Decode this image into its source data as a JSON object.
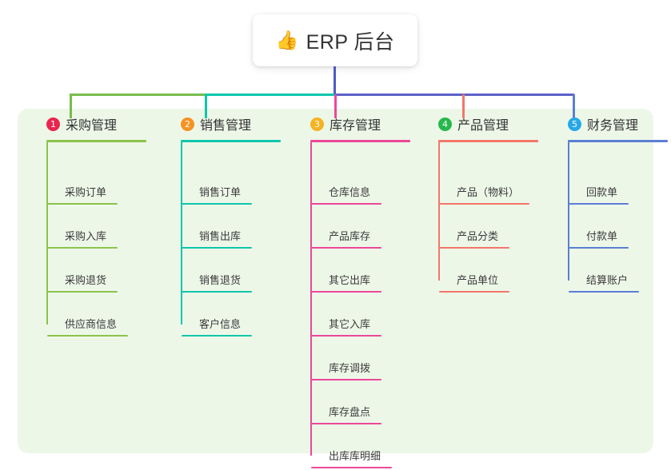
{
  "diagram": {
    "type": "mind-map",
    "root": {
      "emoji": "👍",
      "emoji_name": "thumbs-up-emoji",
      "title": "ERP 后台"
    },
    "panel_color": "#edf7e8",
    "root_stem_color": "#4e5bc0",
    "columns": [
      {
        "index": "1",
        "badge_glyph": "1",
        "badge_color": "#e8264f",
        "title": "采购管理",
        "accent": "#8bc34a",
        "branch_color": "#76bc4b",
        "items": [
          {
            "label": "采购订单"
          },
          {
            "label": "采购入库"
          },
          {
            "label": "采购退货"
          },
          {
            "label": "供应商信息"
          }
        ]
      },
      {
        "index": "2",
        "badge_glyph": "2",
        "badge_color": "#f59324",
        "title": "销售管理",
        "accent": "#0ec6ac",
        "branch_color": "#0ec6ac",
        "items": [
          {
            "label": "销售订单"
          },
          {
            "label": "销售出库"
          },
          {
            "label": "销售退货"
          },
          {
            "label": "客户信息"
          }
        ]
      },
      {
        "index": "3",
        "badge_glyph": "3",
        "badge_color": "#f5b324",
        "title": "库存管理",
        "accent": "#ec4899",
        "branch_color": "#ec4899",
        "items": [
          {
            "label": "仓库信息"
          },
          {
            "label": "产品库存"
          },
          {
            "label": "其它出库"
          },
          {
            "label": "其它入库"
          },
          {
            "label": "库存调拨"
          },
          {
            "label": "库存盘点"
          },
          {
            "label": "出库库明细"
          }
        ]
      },
      {
        "index": "4",
        "badge_glyph": "4",
        "badge_color": "#25b84c",
        "title": "产品管理",
        "accent": "#f4766a",
        "branch_color": "#f4766a",
        "items": [
          {
            "label": "产品（物料）"
          },
          {
            "label": "产品分类"
          },
          {
            "label": "产品单位"
          }
        ]
      },
      {
        "index": "5",
        "badge_glyph": "5",
        "badge_color": "#28a8e8",
        "title": "财务管理",
        "accent": "#5b7fd4",
        "branch_color": "#5b7fd4",
        "items": [
          {
            "label": "回款单"
          },
          {
            "label": "付款单"
          },
          {
            "label": "结算账户"
          }
        ]
      }
    ]
  }
}
